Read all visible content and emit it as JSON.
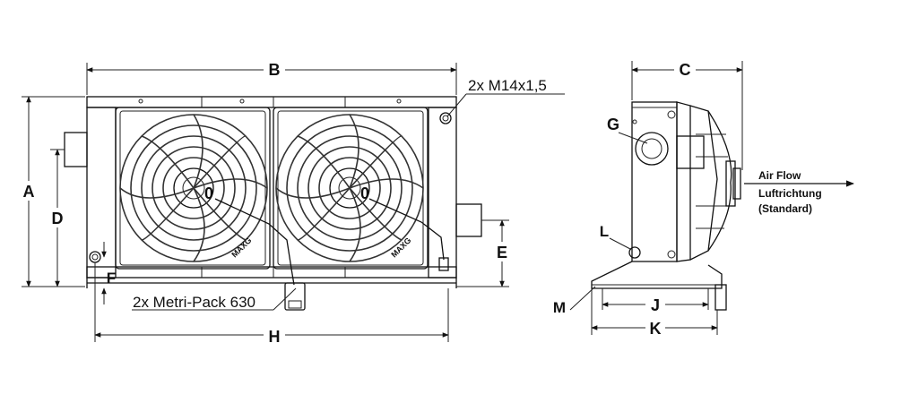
{
  "dimensions": {
    "A": "A",
    "B": "B",
    "C": "C",
    "D": "D",
    "E": "E",
    "F": "F",
    "G": "G",
    "H": "H",
    "J": "J",
    "K": "K",
    "L": "L",
    "M": "M"
  },
  "callouts": {
    "port": "2x M14x1,5",
    "connector": "2x Metri-Pack 630"
  },
  "airflow": {
    "line1": "Air Flow",
    "line2": "Luftrichtung",
    "line3": "(Standard)"
  },
  "colors": {
    "line": "#111111",
    "background": "#ffffff",
    "fan_fill": "#f4f4f4"
  }
}
